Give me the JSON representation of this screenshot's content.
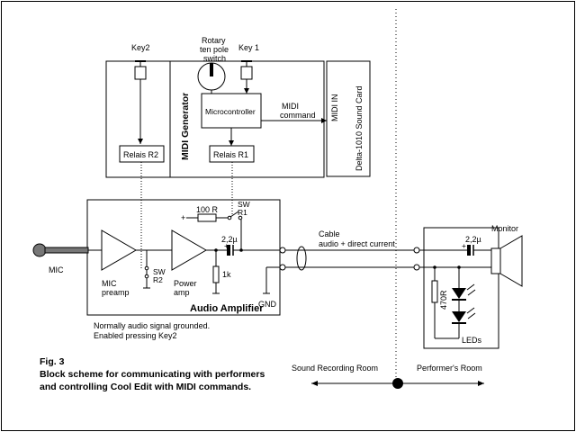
{
  "labels": {
    "key2": "Key2",
    "rotary_line1": "Rotary",
    "rotary_line2": "ten pole",
    "rotary_line3": "switch",
    "key1": "Key 1",
    "midi_generator": "MIDI Generator",
    "microcontroller": "Microcontroller",
    "midi_command_line1": "MIDI",
    "midi_command_line2": "command",
    "midi_in": "MIDI IN",
    "sound_card": "Delta-1010 Sound Card",
    "relais_r2": "Relais R2",
    "relais_r1": "Relais R1",
    "resistor_100r": "100 R",
    "sw_r1_line1": "SW",
    "sw_r1_line2": "R1",
    "cap_left": "2,2µ",
    "cap_right": "2,2µ",
    "cable_line1": "Cable",
    "cable_line2": "audio + direct current",
    "monitor": "Monitor",
    "mic": "MIC",
    "sw_r2_line1": "SW",
    "sw_r2_line2": "R2",
    "mic_preamp_line1": "MIC",
    "mic_preamp_line2": "preamp",
    "power_amp_line1": "Power",
    "power_amp_line2": "amp",
    "resistor_1k": "1k",
    "gnd": "GND",
    "audio_amplifier": "Audio Amplifier",
    "resistor_470r": "470R",
    "leds": "LEDs",
    "note_line1": "Normally audio signal grounded.",
    "note_line2": "Enabled pressing Key2",
    "fig": "Fig. 3",
    "caption_line1": "Block scheme for communicating with performers",
    "caption_line2": "and controlling Cool Edit with MIDI commands.",
    "sound_recording_room": "Sound Recording Room",
    "performers_room": "Performer's Room"
  }
}
